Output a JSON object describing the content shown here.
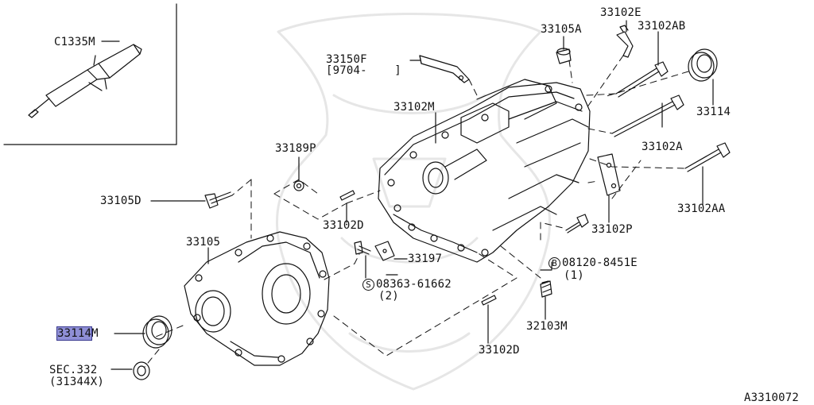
{
  "diagram_code": "A3310072",
  "inset_label": "C1335M",
  "parts": {
    "p33150F": "33150F",
    "p33150F_range": "[9704-    ]",
    "p33105A": "33105A",
    "p33102E": "33102E",
    "p33102AB": "33102AB",
    "p33114_top": "33114",
    "p33102M": "33102M",
    "p33102A": "33102A",
    "p33189P": "33189P",
    "p33105D": "33105D",
    "p33102D_upper": "33102D",
    "p33102AA": "33102AA",
    "p33102P": "33102P",
    "p33105": "33105",
    "p33197": "33197",
    "p08120_letter": "B",
    "p08120": "08120-8451E",
    "p08120_qty": "(1)",
    "p08363_letter": "S",
    "p08363": "08363-61662",
    "p08363_qty": "(2)",
    "p32103M": "32103M",
    "p33114_selected_part": "33114",
    "p33114_selected_suffix": "M",
    "p33102D_lower": "33102D",
    "sec332": "SEC.332",
    "sec332_ref": "(31344X)"
  }
}
